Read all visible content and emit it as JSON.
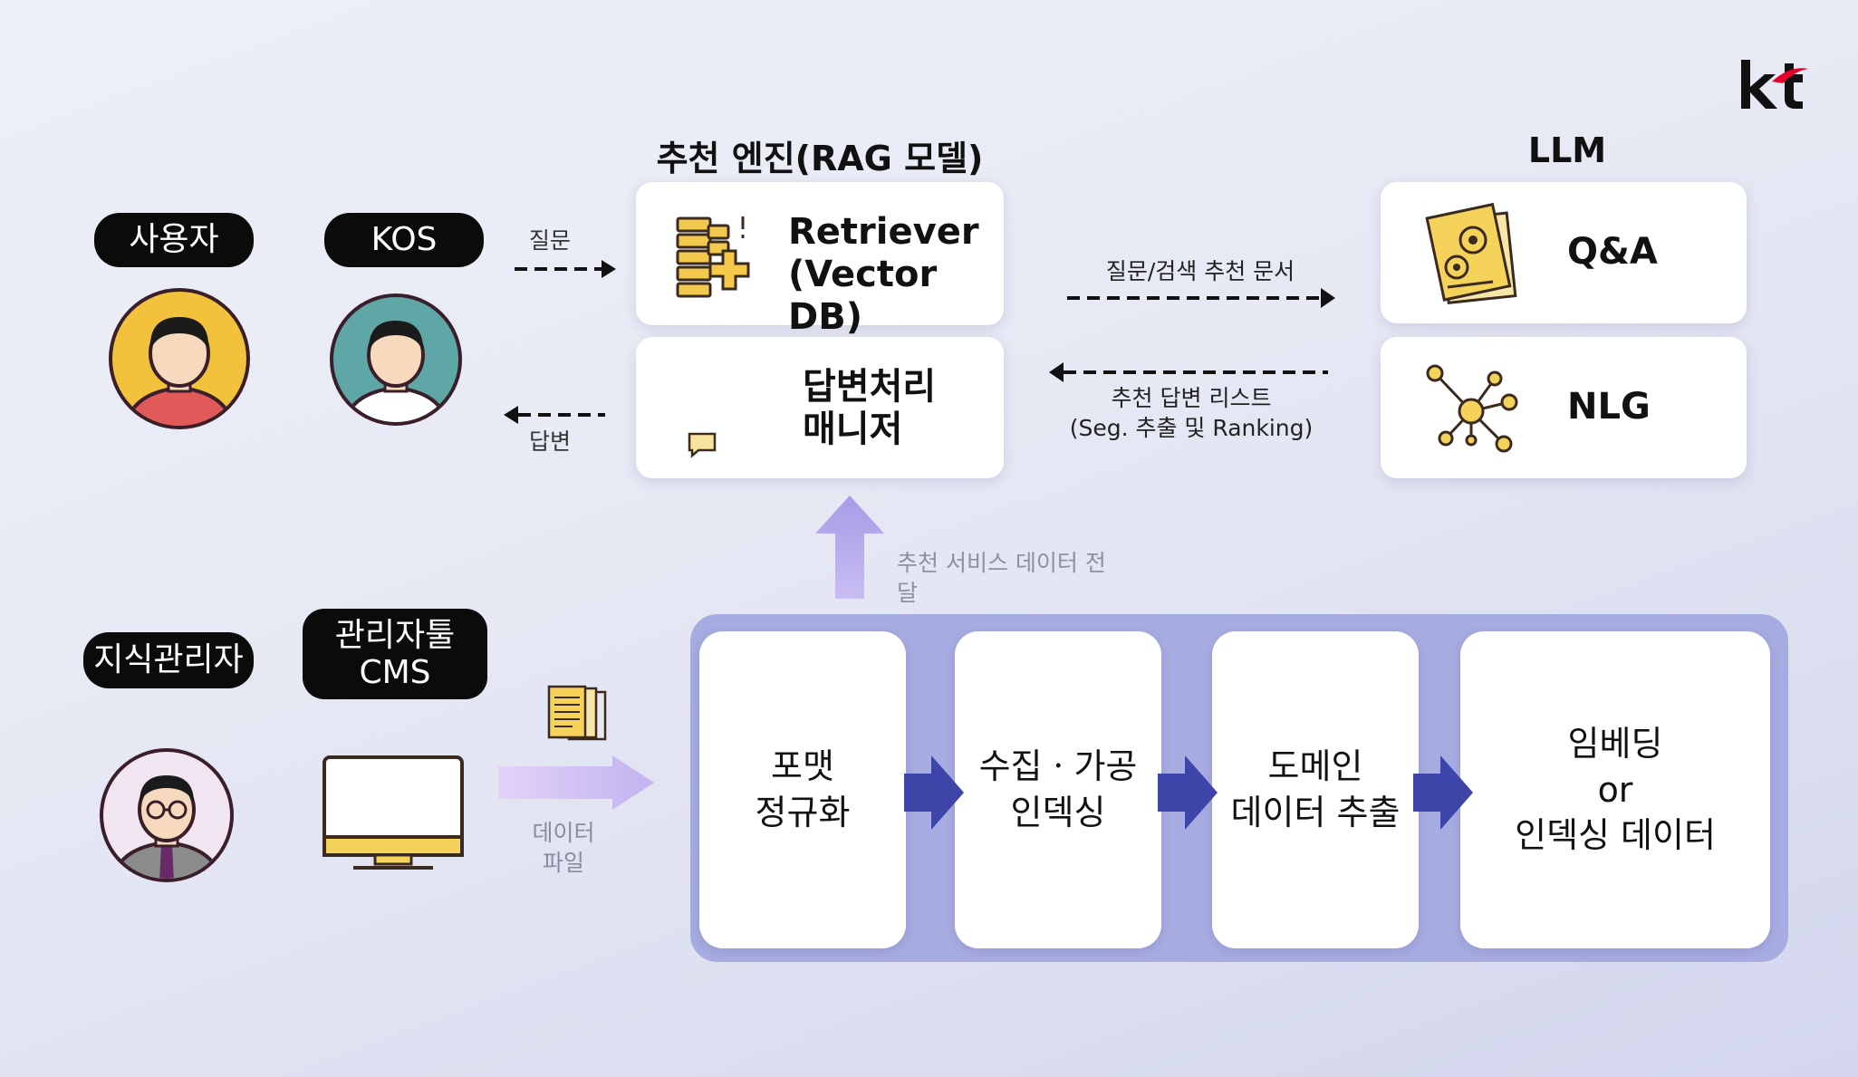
{
  "logo_text": "kt",
  "actors": {
    "user": "사용자",
    "kos": "KOS",
    "knowledge_admin": "지식관리자",
    "admin_tool": "관리자툴\nCMS"
  },
  "labels": {
    "question": "질문",
    "answer": "답변",
    "data_file": "데이터\n파일",
    "query_docs": "질문/검색 추천 문서",
    "answer_list": "추천 답변 리스트\n(Seg. 추출 및 Ranking)",
    "service_transfer": "추천 서비스 데이터 전달"
  },
  "rag": {
    "title": "추천 엔진(RAG 모델)",
    "retriever": "Retriever\n(Vector DB)",
    "answer_manager": "답변처리\n매니저"
  },
  "llm": {
    "title": "LLM",
    "qa": "Q&A",
    "nlg": "NLG"
  },
  "pipeline": {
    "steps": [
      "포맷\n정규화",
      "수집ㆍ가공\n인덱싱",
      "도메인\n데이터 추출",
      "임베딩\nor\n인덱싱 데이터"
    ]
  },
  "colors": {
    "accent_red": "#e4002b",
    "pipeline_bg": "#9ea5de",
    "pipeline_arrow": "#3d45a8",
    "upload_arrow": "#c9b6f0"
  },
  "icons": [
    "database-plus-icon",
    "chat-icon",
    "documents-gear-icon",
    "network-nodes-icon",
    "document-stack-icon",
    "monitor-icon"
  ]
}
